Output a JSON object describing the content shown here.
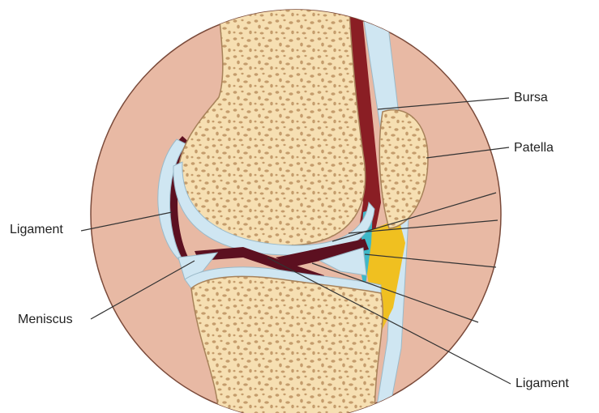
{
  "labels": {
    "bursa": "Bursa",
    "patella": "Patella",
    "ligament_left": "Ligament",
    "meniscus": "Meniscus",
    "ligament_right": "Ligament"
  },
  "colors": {
    "background_circle": "#e8b9a4",
    "circle_outline": "#7a4a3a",
    "bone": "#f6dfb2",
    "bone_pores": "#c49c6c",
    "bone_outline": "#a7825a",
    "cartilage": "#cfe6f2",
    "ligament_dark": "#5c1020",
    "tendon": "#8a1e24",
    "fat_pad": "#f0c020",
    "synovial": "#3fb8c8",
    "leader_line": "#333333"
  }
}
